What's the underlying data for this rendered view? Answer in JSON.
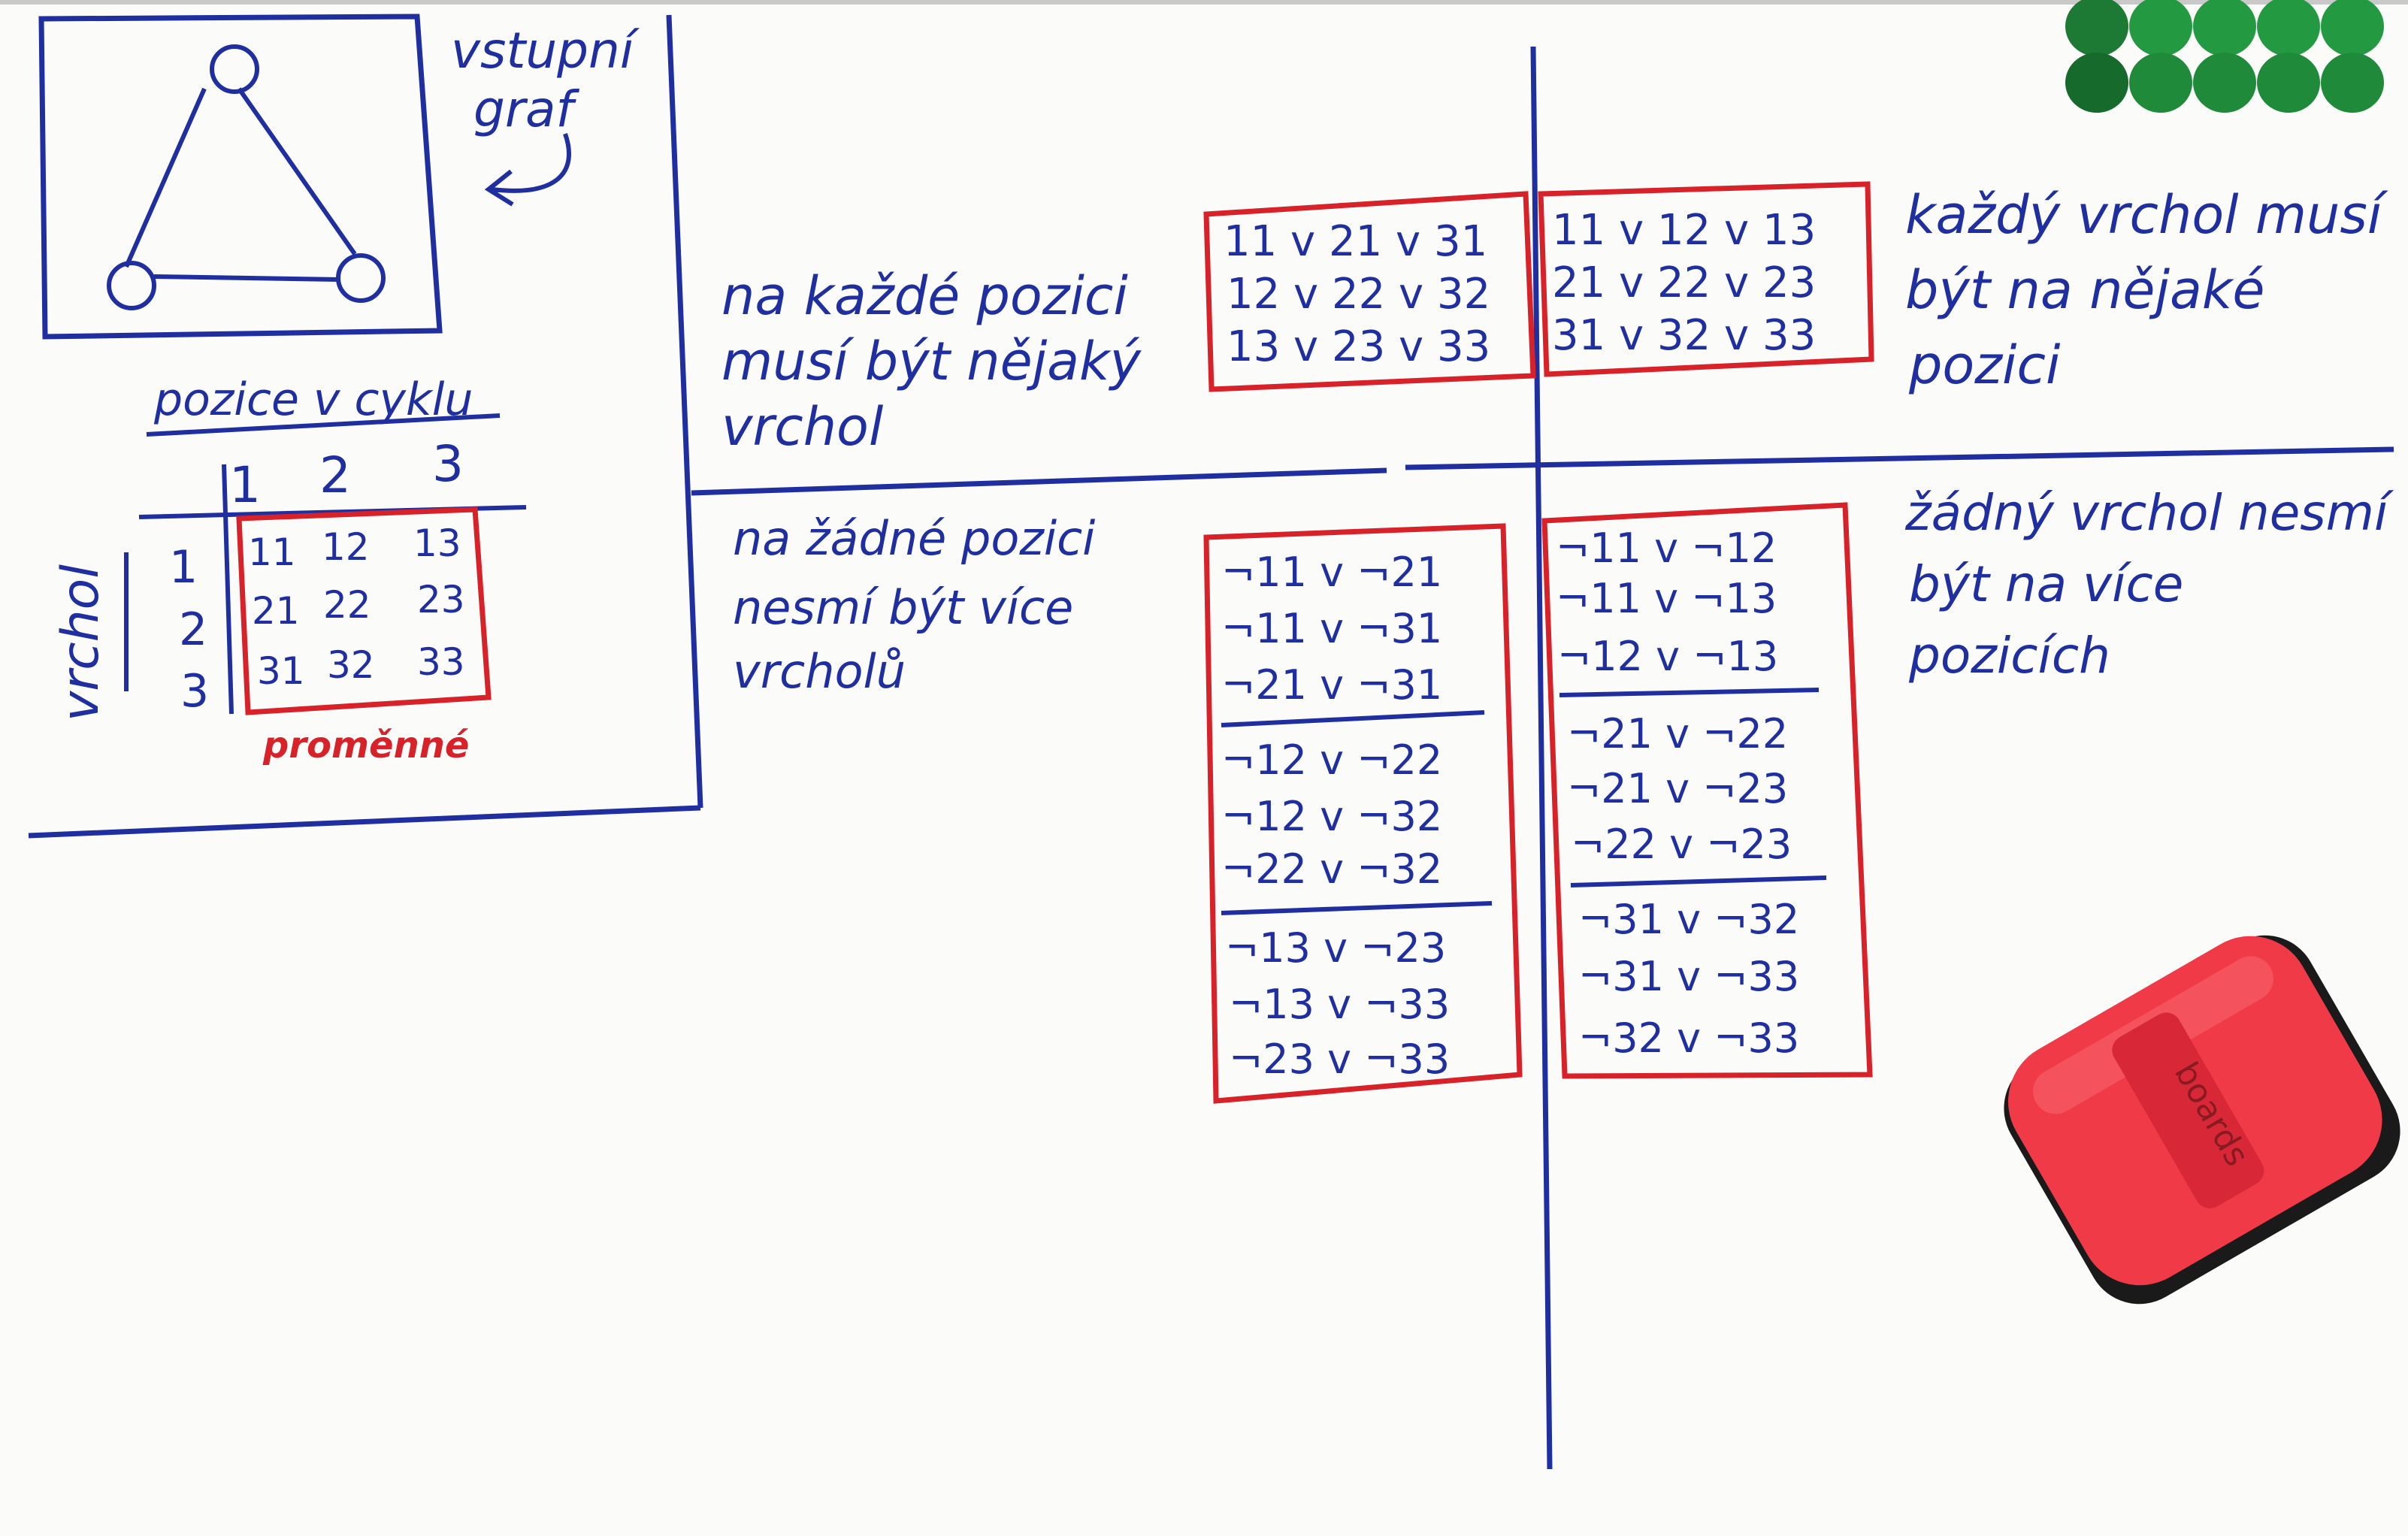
{
  "input_graph": {
    "label_line1": "vstupní",
    "label_line2": "graf"
  },
  "position_table": {
    "header": "pozice v cyklu",
    "columns": [
      "1",
      "2",
      "3"
    ],
    "row_axis_label": "vrchol",
    "rows": [
      "1",
      "2",
      "3"
    ],
    "cells": [
      [
        "11",
        "12",
        "13"
      ],
      [
        "21",
        "22",
        "23"
      ],
      [
        "31",
        "32",
        "33"
      ]
    ],
    "variables_label": "proměnné"
  },
  "quadrants": {
    "top_left": {
      "description_lines": [
        "na každé pozici",
        "musí být nějaký",
        "vrchol"
      ],
      "clauses": [
        [
          "11 v 21 v 31",
          "12 v 22 v 32",
          "13 v 23 v 33"
        ]
      ]
    },
    "top_right": {
      "description_lines": [
        "každý vrchol musí",
        "být na nějaké",
        "pozici"
      ],
      "clauses": [
        [
          "11 v 12 v 13",
          "21 v 22 v 23",
          "31 v 32 v 33"
        ]
      ]
    },
    "bottom_left": {
      "description_lines": [
        "na žádné pozici",
        "nesmí být více",
        "vrcholů"
      ],
      "clauses": [
        [
          "¬11 v ¬21",
          "¬11 v ¬31",
          "¬21 v ¬31"
        ],
        [
          "¬12 v ¬22",
          "¬12 v ¬32",
          "¬22 v ¬32"
        ],
        [
          "¬13 v ¬23",
          "¬13 v ¬33",
          "¬23 v ¬33"
        ]
      ]
    },
    "bottom_right": {
      "description_lines": [
        "žádný vrchol nesmí",
        "být na více",
        "pozicích"
      ],
      "clauses": [
        [
          "¬11 v ¬12",
          "¬11 v ¬13",
          "¬12 v ¬13"
        ],
        [
          "¬21 v ¬22",
          "¬21 v ¬23",
          "¬22 v ¬23"
        ],
        [
          "¬31 v ¬32",
          "¬31 v ¬33",
          "¬32 v ¬33"
        ]
      ]
    }
  },
  "eraser": {
    "brand": "boards"
  },
  "colors": {
    "marker_blue": "#1f2fa0",
    "marker_red": "#d8222a",
    "board": "#fbfbfa",
    "eraser": "#f03a48",
    "magnet": "#1f8a3a"
  }
}
